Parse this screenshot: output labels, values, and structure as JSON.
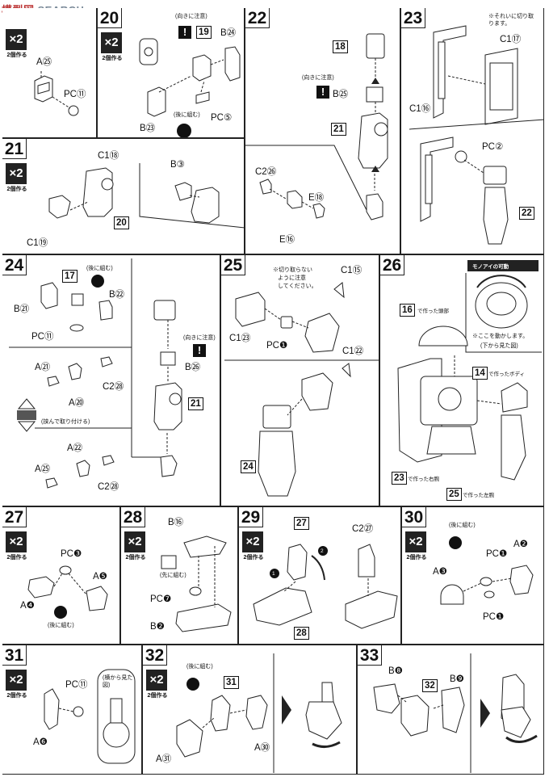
{
  "watermark": {
    "left": "模型网",
    "right": "SEARCH"
  },
  "common": {
    "x2": "×2",
    "make2": "2個作る",
    "pc": "PC"
  },
  "p19": {
    "a": "A㉕",
    "pc": "PC⑪"
  },
  "p20": {
    "step": "20",
    "note": "(向きに注意)",
    "ref": "19",
    "b24": "B㉔",
    "b23": "B㉓",
    "pc5": "PC⑤",
    "back": "(後に組む)"
  },
  "p22": {
    "step": "22",
    "ref18": "18",
    "ref21": "21",
    "note": "(向きに注意)",
    "b25": "B㉕",
    "c2": "C2㉖",
    "e18": "E⑱",
    "e16": "E⑯"
  },
  "p23": {
    "step": "23",
    "note": "※それいに切り取ります。",
    "c17": "C1⑰",
    "c16": "C1⑯",
    "pc2": "PC②",
    "ref22": "22"
  },
  "p21": {
    "step": "21",
    "c18": "C1⑱",
    "c19": "C1⑲",
    "b3": "B③",
    "ref20": "20"
  },
  "p24": {
    "step": "24",
    "ref17": "17",
    "back": "(後に組む)",
    "b22": "B㉒",
    "b21": "B㉑",
    "pc11": "PC⑪",
    "a21": "A㉑",
    "c2_28": "C2㉘",
    "a20": "A⑳",
    "note": "(挟んで取り付ける)",
    "a22": "A㉒",
    "a25": "A㉕",
    "c2_28b": "C2㉘",
    "note2": "(向きに注意)",
    "b26": "B㉖",
    "ref21": "21"
  },
  "p25": {
    "step": "25",
    "note1": "※切り取らない",
    "note2": "ように注意",
    "note3": "してください。",
    "c15": "C1⑮",
    "c23": "C1㉓",
    "pc1": "PC❶",
    "c22": "C1㉒",
    "ref24": "24"
  },
  "p26": {
    "step": "26",
    "mono_title": "モノアイの可動",
    "mono_note": "※ここを動かします。",
    "mono_view": "(下から見た図)",
    "ref16": "16",
    "made_head": "で作った頭部",
    "ref14": "14",
    "made_body": "で作ったボディ",
    "ref23": "23",
    "made_rarm": "で作った右腕",
    "ref25": "25",
    "made_larm": "で作った左腕"
  },
  "p27": {
    "step": "27",
    "pc3": "PC❸",
    "a5": "A❺",
    "a4": "A❹",
    "back": "(後に組む)"
  },
  "p28": {
    "step": "28",
    "b16": "B⑯",
    "first": "(先に組む)",
    "pc7": "PC❼",
    "b2": "B❷"
  },
  "p29": {
    "step": "29",
    "ref27": "27",
    "c2": "C2㉗",
    "ref28": "28",
    "s1": "1",
    "s2": "2"
  },
  "p30": {
    "step": "30",
    "back": "(後に組む)",
    "a3": "A❸",
    "pc1a": "PC❶",
    "a2": "A❷",
    "pc1b": "PC❶"
  },
  "p31": {
    "step": "31",
    "pc11": "PC⑪",
    "a6": "A❻",
    "view": "(横から見た図)"
  },
  "p32": {
    "step": "32",
    "back": "(後に組む)",
    "ref31": "31",
    "a31": "A㉛",
    "a30": "A㉚"
  },
  "p33": {
    "step": "33",
    "b8": "B❽",
    "ref32": "32",
    "b9": "B❾"
  }
}
